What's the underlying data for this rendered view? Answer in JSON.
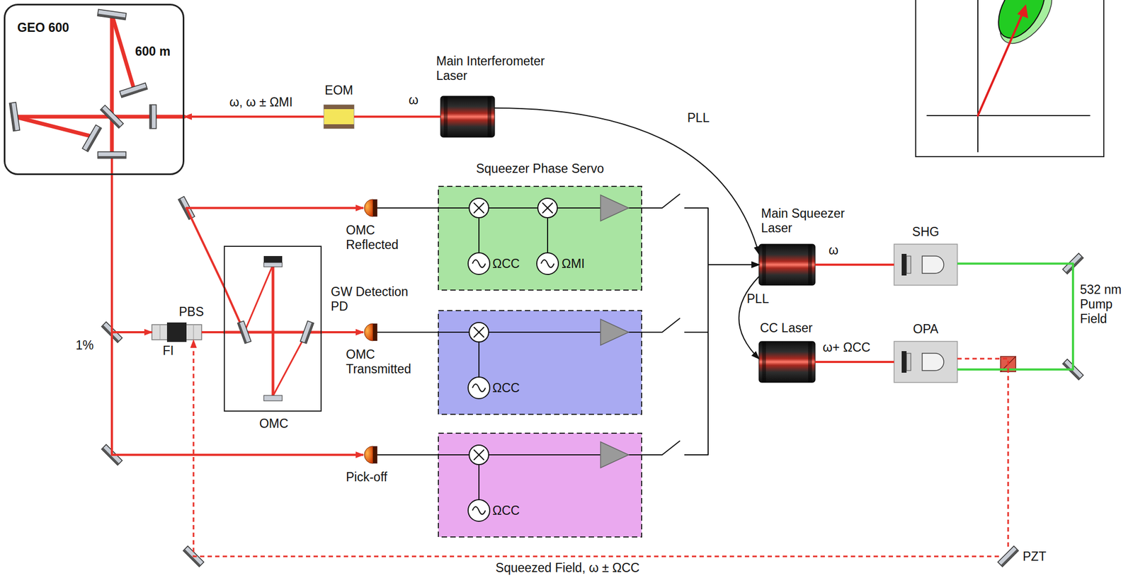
{
  "diagram": {
    "nodes": [
      {
        "text": [
          "GEO 600",
          "600 m"
        ]
      },
      {
        "text": [
          "EOM"
        ]
      },
      {
        "text": [
          "Main Interferometer Laser"
        ]
      },
      {
        "text": [
          "PBS",
          "FI"
        ]
      },
      {
        "text": [
          "OMC"
        ]
      },
      {
        "text": [
          "OMC Reflected"
        ]
      },
      {
        "text": [
          "GW Detection PD",
          "OMC Transmitted"
        ]
      },
      {
        "text": [
          "Pick-off"
        ]
      },
      {
        "text": [
          "Squeezer Phase Servo",
          "ΩCC",
          "ΩMI"
        ]
      },
      {
        "text": [
          "ΩCC"
        ]
      },
      {
        "text": [
          "ΩCC"
        ]
      },
      {
        "text": [
          "Main Squeezer Laser"
        ]
      },
      {
        "text": [
          "CC Laser"
        ]
      },
      {
        "text": [
          "SHG"
        ]
      },
      {
        "text": [
          "OPA"
        ]
      },
      {
        "text": [
          "PZT"
        ]
      }
    ],
    "edges": [
      {
        "from": 2,
        "to": 1,
        "arrow": "none",
        "label": "ω"
      },
      {
        "from": 1,
        "to": 0,
        "arrow": "to",
        "label": "ω, ω ± ΩMI"
      },
      {
        "from": 2,
        "to": 11,
        "arrow": "to",
        "label": "PLL"
      },
      {
        "from": 11,
        "to": 12,
        "arrow": "to",
        "label": "PLL"
      },
      {
        "from": 0,
        "to": 3,
        "arrow": "to"
      },
      {
        "from": 0,
        "to": 7,
        "arrow": "to"
      },
      {
        "from": 3,
        "to": 4,
        "arrow": "none"
      },
      {
        "from": 4,
        "to": 5,
        "arrow": "to"
      },
      {
        "from": 4,
        "to": 6,
        "arrow": "to"
      },
      {
        "from": 5,
        "to": 8,
        "arrow": "none"
      },
      {
        "from": 6,
        "to": 9,
        "arrow": "none"
      },
      {
        "from": 7,
        "to": 10,
        "arrow": "none"
      },
      {
        "from": 8,
        "to": 11,
        "arrow": "to"
      },
      {
        "from": 9,
        "to": 11,
        "arrow": "to"
      },
      {
        "from": 10,
        "to": 11,
        "arrow": "to"
      },
      {
        "from": 11,
        "to": 13,
        "arrow": "none",
        "label": "ω"
      },
      {
        "from": 12,
        "to": 14,
        "arrow": "none",
        "label": "ω+ ΩCC"
      },
      {
        "from": 13,
        "to": 14,
        "arrow": "none",
        "label": "532 nm Pump Field"
      },
      {
        "from": 14,
        "to": 15,
        "arrow": "none"
      },
      {
        "from": 15,
        "to": 3,
        "arrow": "to",
        "label": "Squeezed Field, ω ± ΩCC"
      }
    ],
    "labels": [
      "1%"
    ]
  }
}
